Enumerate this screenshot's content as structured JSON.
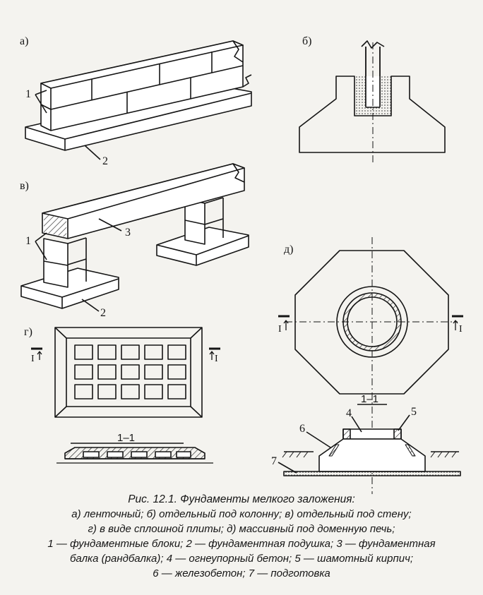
{
  "panels": {
    "a": "а)",
    "b": "б)",
    "v": "в)",
    "g": "г)",
    "d": "д)"
  },
  "callouts": {
    "n1": "1",
    "n2": "2",
    "n3": "3",
    "n4": "4",
    "n5": "5",
    "n6": "6",
    "n7": "7"
  },
  "section_marks": {
    "i": "I",
    "section_title": "1–1"
  },
  "caption": {
    "title": "Рис. 12.1. Фундаменты мелкого заложения:",
    "lines": [
      "а) ленточный; б) отдельный под колонну; в) отдельный под стену;",
      "г) в виде сплошной плиты; д) массивный под доменную печь;",
      "1 — фундаментные блоки; 2 — фундаментная подушка; 3 — фундаментная",
      "балка (рандбалка); 4 — огнеупорный бетон; 5 — шамотный кирпич;",
      "6 — железобетон; 7 — подготовка"
    ]
  }
}
